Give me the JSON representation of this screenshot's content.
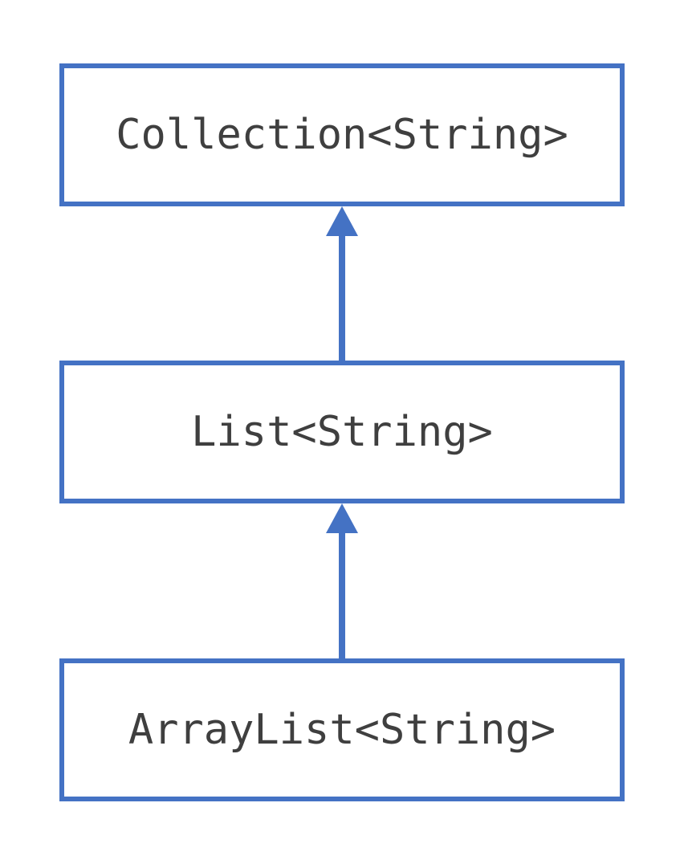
{
  "diagram": {
    "type": "class-hierarchy",
    "nodes": [
      {
        "id": "collection",
        "label": "Collection<String>"
      },
      {
        "id": "list",
        "label": "List<String>"
      },
      {
        "id": "arraylist",
        "label": "ArrayList<String>"
      }
    ],
    "edges": [
      {
        "from": "list",
        "to": "collection",
        "arrow": "up",
        "style": "solid"
      },
      {
        "from": "arraylist",
        "to": "list",
        "arrow": "up",
        "style": "solid"
      }
    ],
    "colors": {
      "accent": "#4472C4",
      "text": "#3F3F3F",
      "node_fill": "#FFFFFF",
      "background": "#FFFFFF"
    }
  }
}
